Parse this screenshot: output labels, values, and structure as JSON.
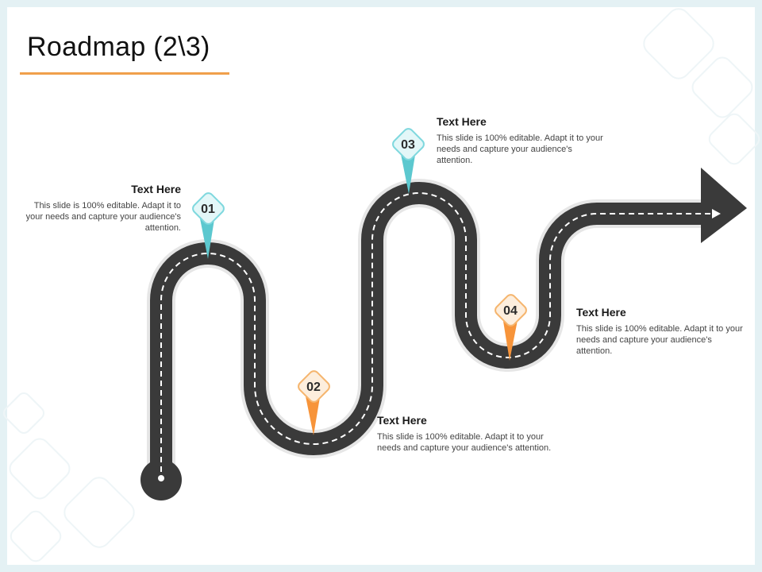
{
  "title": "Roadmap (2\\3)",
  "colors": {
    "accent_orange": "#f0a04b",
    "accent_teal": "#5cc8cf",
    "road": "#3a3a3a"
  },
  "milestones": [
    {
      "number": "01",
      "heading": "Text Here",
      "description": "This slide is 100% editable. Adapt it to your needs and capture your audience's attention.",
      "color": "teal"
    },
    {
      "number": "02",
      "heading": "Text Here",
      "description": "This slide is 100% editable. Adapt it to your needs and capture your audience's attention.",
      "color": "orange"
    },
    {
      "number": "03",
      "heading": "Text Here",
      "description": "This slide is 100% editable. Adapt it to your needs and capture your audience's attention.",
      "color": "teal"
    },
    {
      "number": "04",
      "heading": "Text Here",
      "description": "This slide is 100% editable. Adapt it to your needs and capture your audience's attention.",
      "color": "orange"
    }
  ]
}
